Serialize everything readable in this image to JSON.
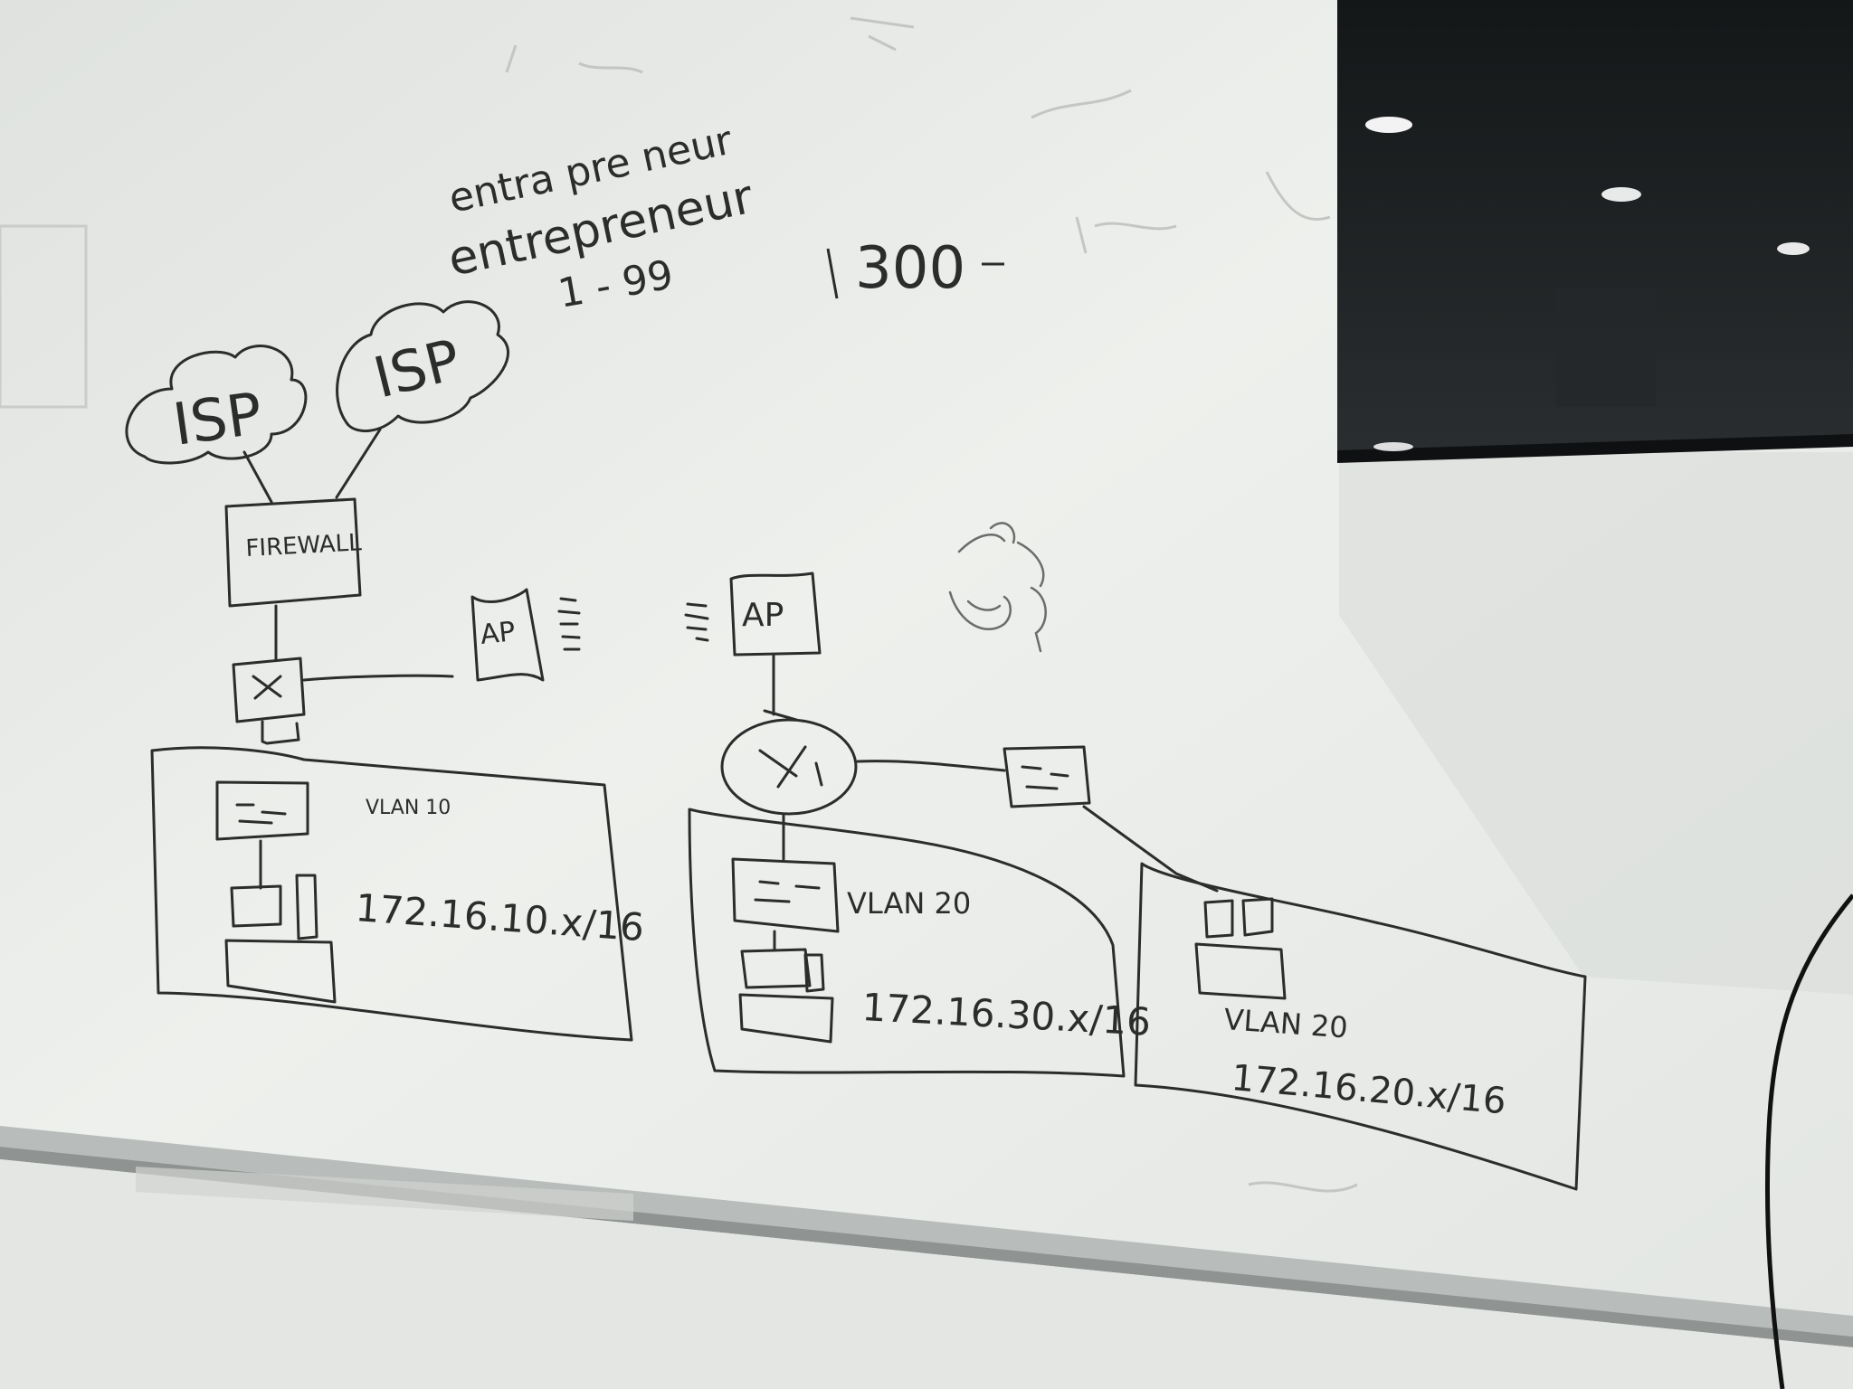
{
  "whiteboard": {
    "notes": {
      "word1": "entra pre neur",
      "word2": "entrepreneur",
      "range": "1 - 99",
      "amount": "300"
    },
    "diagram": {
      "isp_left": "ISP",
      "isp_right": "ISP",
      "firewall": "FIREWALL",
      "ap_left": "AP",
      "ap_right": "AP",
      "vlan_10": {
        "name": "VLAN 10",
        "subnet": "172.16.10.x/16"
      },
      "vlan_20_a": {
        "name": "VLAN 20",
        "subnet": "172.16.30.x/16"
      },
      "vlan_20_b": {
        "name": "VLAN 20",
        "subnet": "172.16.20.x/16"
      }
    }
  },
  "colors": {
    "board": "#eceeeb",
    "marker": "#2b2d2c",
    "tv": "#1c1f20",
    "wall": "#dfe2e0"
  }
}
